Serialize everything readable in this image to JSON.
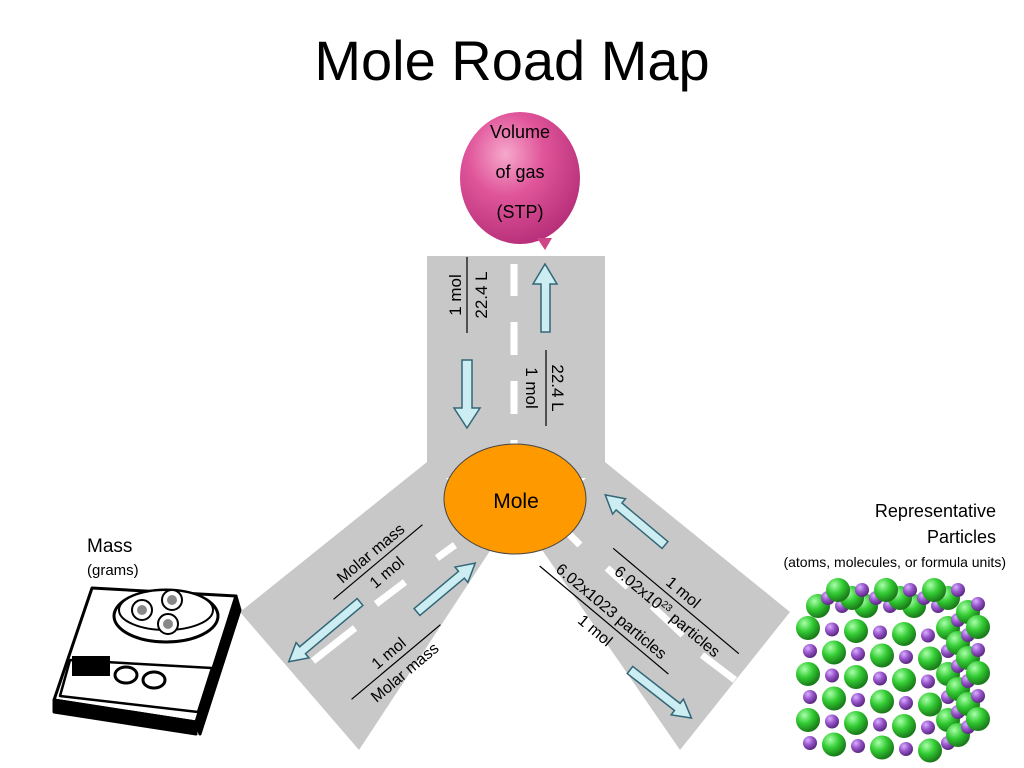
{
  "title": "Mole Road Map",
  "center": {
    "label": "Mole",
    "color": "#FF9900"
  },
  "gas": {
    "label_lines": [
      "Volume",
      "of gas",
      "(STP)"
    ],
    "balloon_color": "#E0559A",
    "to_mole": {
      "numerator": "1 mol",
      "denominator": "22.4 L"
    },
    "from_mole": {
      "numerator": "22.4 L",
      "denominator": "1 mol"
    }
  },
  "mass": {
    "label": "Mass",
    "sublabel": "(grams)",
    "to_mole": {
      "numerator": "1 mol",
      "denominator": "Molar mass"
    },
    "from_mole": {
      "numerator": "Molar mass",
      "denominator": "1 mol"
    }
  },
  "particles": {
    "label_line1": "Representative",
    "label_line2": "Particles",
    "sublabel": "(atoms, molecules, or formula units)",
    "to_mole": {
      "numerator": "1 mol",
      "denominator_base": "6.02x10",
      "denominator_exp": "23",
      "denominator_suffix": " particles"
    },
    "from_mole": {
      "numerator": "6.02x1023 particles",
      "denominator": "1 mol"
    },
    "colors": {
      "large": "#33CC33",
      "small": "#9955CC"
    }
  },
  "colors": {
    "road": "#C8C8C8",
    "arrow_fill": "#CCEEF2",
    "arrow_stroke": "#336677",
    "dash": "#FFFFFF"
  }
}
